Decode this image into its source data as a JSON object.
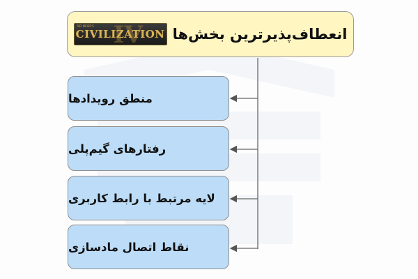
{
  "title": {
    "text": "انعطاف‌پذیرترین بخش‌ها",
    "logo": "CIVILIZATION IV"
  },
  "items": [
    {
      "label": "منطق رویدادها"
    },
    {
      "label": "رفتارهای گیم‌پلی"
    },
    {
      "label": "لایه مرتبط با رابط کاربری"
    },
    {
      "label": "نقاط اتصال مادسازی"
    }
  ],
  "colors": {
    "title_fill": "#fff6c2",
    "item_fill": "#bcdcf7",
    "border": "#8f8f8f",
    "connector": "#555555"
  }
}
